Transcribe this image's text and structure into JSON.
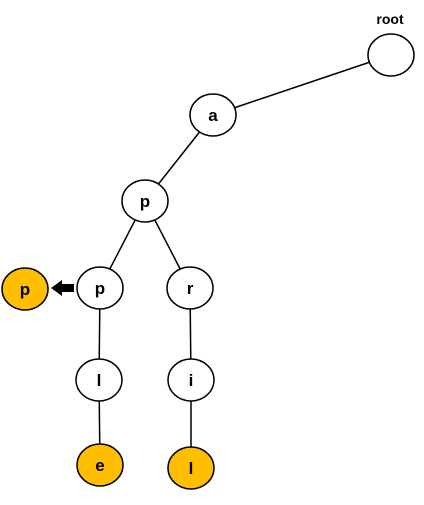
{
  "colors": {
    "node_fill": "#ffffff",
    "highlight_fill": "#ffbf00",
    "stroke": "#000000"
  },
  "root_label": "root",
  "nodes": [
    {
      "id": "root",
      "label": "",
      "highlight": false
    },
    {
      "id": "a",
      "label": "a",
      "highlight": false
    },
    {
      "id": "p1",
      "label": "p",
      "highlight": false
    },
    {
      "id": "p2",
      "label": "p",
      "highlight": false
    },
    {
      "id": "r",
      "label": "r",
      "highlight": false
    },
    {
      "id": "l1",
      "label": "l",
      "highlight": false
    },
    {
      "id": "i",
      "label": "i",
      "highlight": false
    },
    {
      "id": "e",
      "label": "e",
      "highlight": true
    },
    {
      "id": "l2",
      "label": "l",
      "highlight": true
    },
    {
      "id": "pnew",
      "label": "p",
      "highlight": true
    }
  ],
  "edges": [
    {
      "from": "root",
      "to": "a"
    },
    {
      "from": "a",
      "to": "p1"
    },
    {
      "from": "p1",
      "to": "p2"
    },
    {
      "from": "p1",
      "to": "r"
    },
    {
      "from": "p2",
      "to": "l1"
    },
    {
      "from": "l1",
      "to": "e"
    },
    {
      "from": "r",
      "to": "i"
    },
    {
      "from": "i",
      "to": "l2"
    }
  ],
  "arrow": {
    "from": "p2",
    "to": "pnew"
  }
}
